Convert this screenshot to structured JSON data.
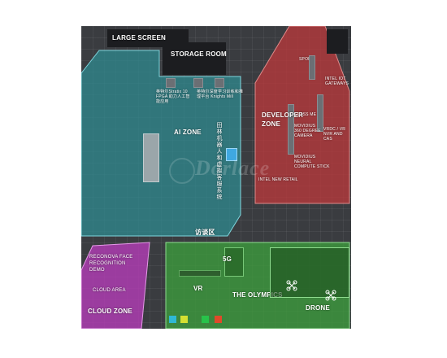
{
  "zones": {
    "large_screen": "LARGE SCREEN",
    "storage_room": "STORAGE ROOM",
    "ai_zone": "AI ZONE",
    "developer_zone": "DEVELOPER ZONE",
    "reception": "访谈区",
    "cloud_zone": "CLOUD ZONE",
    "olympics": "THE OLYMPICS",
    "drone": "DRONE",
    "vr": "VR"
  },
  "labels": {
    "fpga_cn": "英特尔Stratix 10 FPGA 助力人工智能应用",
    "knights_cn": "英特尔深度学习训练和推理平台 Knights Mill",
    "ai_vertical_cn": "田林机器人和虚拟客服系统",
    "sport": "SPORT",
    "intel_iot_gateways": "INTEL IOT GATEWAYS",
    "glass_me": "GLASS ME",
    "movidius_degree": "MOVIDIUS 360 DEGREE CAMERA",
    "vrdc": "VRDC / VR NVR AND CAS",
    "movidius_stick": "MOVIDIUS NEURAL COMPUTE STICK",
    "intel_new_retail": "INTEL NEW RETAIL",
    "reconova": "RECONOVA FACE RECOGNITION DEMO",
    "cloud_area": "CLOUD AREA",
    "fiveg": "5G"
  },
  "watermark": "Dorlace",
  "colors": {
    "ai_zone": "#2f8a8f",
    "developer_zone": "#b8393b",
    "olympics_zone": "#3c9a3c",
    "cloud_zone": "#b43cb6",
    "swatches": [
      "#2fb8d4",
      "#d4e032",
      "#28c24a",
      "#e04a2a"
    ]
  }
}
